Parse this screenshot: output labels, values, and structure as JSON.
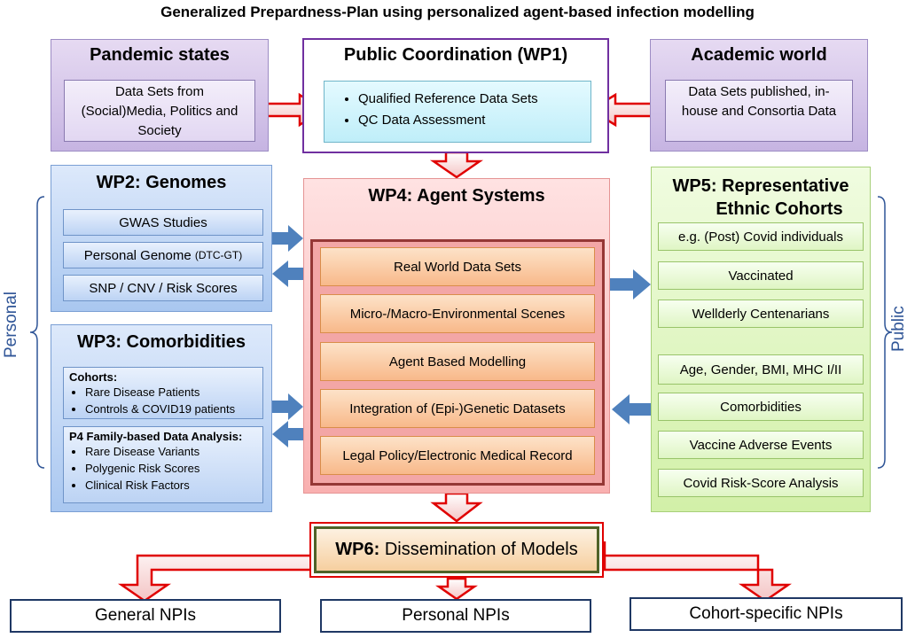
{
  "title": "Generalized Prepardness-Plan using personalized agent-based infection modelling",
  "pandemic": {
    "heading": "Pandemic states",
    "text": "Data Sets from (Social)Media, Politics and Society"
  },
  "wp1": {
    "heading": "Public Coordination (WP1)",
    "items": [
      "Qualified Reference Data Sets",
      "QC Data Assessment"
    ]
  },
  "academic": {
    "heading": "Academic world",
    "text": "Data Sets published, in-house and Consortia Data"
  },
  "wp2": {
    "heading": "WP2: Genomes",
    "items": [
      "GWAS Studies",
      "Personal Genome",
      "SNP / CNV / Risk Scores"
    ],
    "item2_suffix": "(DTC-GT)"
  },
  "wp3": {
    "heading": "WP3: Comorbidities",
    "cohorts_label": "Cohorts:",
    "cohorts": [
      "Rare Disease Patients",
      "Controls & COVID19 patients"
    ],
    "p4_label": "P4 Family-based Data Analysis:",
    "p4": [
      "Rare Disease Variants",
      "Polygenic Risk Scores",
      "Clinical Risk Factors"
    ]
  },
  "wp4": {
    "heading": "WP4: Agent Systems",
    "items": [
      "Real World Data Sets",
      "Micro-/Macro-Environmental Scenes",
      "Agent Based Modelling",
      "Integration of (Epi-)Genetic Datasets",
      "Legal Policy/Electronic Medical Record"
    ]
  },
  "wp5": {
    "heading_line1": "WP5: Representative",
    "heading_line2": "Ethnic Cohorts",
    "items": [
      "e.g. (Post) Covid individuals",
      "Vaccinated",
      "Wellderly Centenarians",
      "Age, Gender, BMI, MHC I/II",
      "Comorbidities",
      "Vaccine Adverse Events",
      "Covid Risk-Score Analysis"
    ]
  },
  "wp6": {
    "label_bold": "WP6:",
    "label": " Dissemination of Models"
  },
  "outputs": [
    "General NPIs",
    "Personal NPIs",
    "Cohort-specific NPIs"
  ],
  "side_labels": {
    "left": "Personal",
    "right": "Public"
  },
  "colors": {
    "arrow_red": "#e00000",
    "arrow_blue": "#4f81bd",
    "wp1_border": "#7030a0",
    "wp6_border": "#e00000",
    "output_border": "#1f3864"
  }
}
